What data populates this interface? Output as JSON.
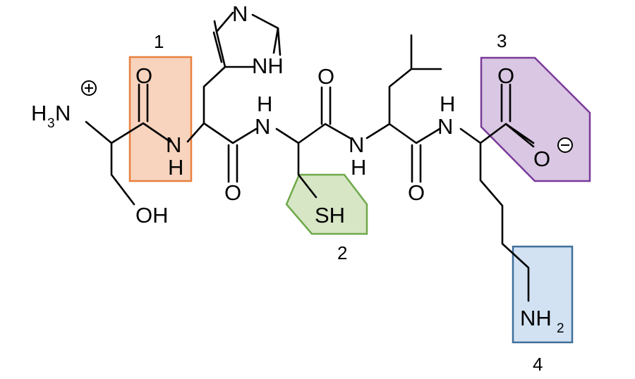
{
  "atoms": {
    "n_terminal": "N",
    "hydrogen": "H",
    "hydrogen_count": "3",
    "hydroxyl": "OH",
    "oxygen": "O",
    "nitrogen": "N",
    "imidazole_nh": "NH",
    "thiol": "SH",
    "amine": "NH",
    "amine_subscript": "2"
  },
  "labels": {
    "amide_group": "1",
    "thiol_group": "2",
    "carboxylate_group": "3",
    "amine_group": "4"
  },
  "colors": {
    "amide_fill": "#f8d3bd",
    "amide_stroke": "#e8803e",
    "thiol_fill": "#d7e6c5",
    "thiol_stroke": "#6fa84a",
    "carboxylate_fill": "#d9c7e3",
    "carboxylate_stroke": "#7a3a9a",
    "amine_fill": "#d2e2f3",
    "amine_stroke": "#3f6f9a"
  }
}
